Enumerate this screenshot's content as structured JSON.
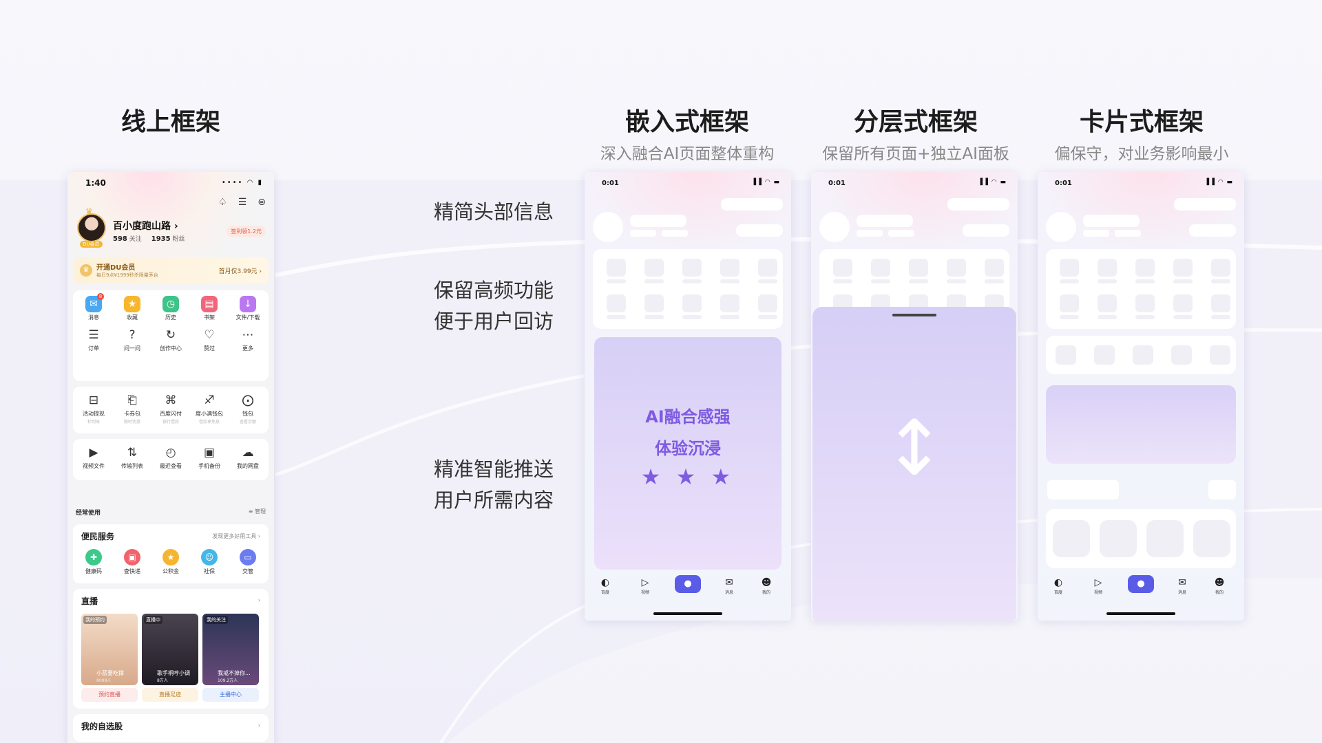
{
  "columns": {
    "online": {
      "title": "线上框架"
    },
    "embedded": {
      "title": "嵌入式框架",
      "subtitle": "深入融合AI页面整体重构"
    },
    "layered": {
      "title": "分层式框架",
      "subtitle": "保留所有页面+独立AI面板"
    },
    "card": {
      "title": "卡片式框架",
      "subtitle": "偏保守，对业务影响最小"
    }
  },
  "notes": {
    "n1": "精简头部信息",
    "n2a": "保留高频功能",
    "n2b": "便于用户回访",
    "n3a": "精准智能推送",
    "n3b": "用户所需内容"
  },
  "online_phone": {
    "time": "1:40",
    "status_icons": "•••• ◠ ▮",
    "top_icons": [
      "♤",
      "☰",
      "⊜"
    ],
    "user_name": "百小度跑山路",
    "name_arrow": "›",
    "follow_count": "598",
    "follow_label": "关注",
    "fans_count": "1935",
    "fans_label": "粉丝",
    "du_tag": "DU会员",
    "sign_btn": "签到领1.2元",
    "vip_title": "开通DU会员",
    "vip_desc": "每日9点¥1999秒杀限量茅台",
    "vip_price": "首月仅3.99元 ›",
    "grid1": [
      {
        "label": "消息",
        "icon": "chat-icon",
        "glyph": "✉",
        "color": "#4aa7f2",
        "badge": "8"
      },
      {
        "label": "收藏",
        "icon": "star-icon",
        "glyph": "★",
        "color": "#f8b62d"
      },
      {
        "label": "历史",
        "icon": "clock-icon",
        "glyph": "◷",
        "color": "#3ec388"
      },
      {
        "label": "书架",
        "icon": "book-icon",
        "glyph": "▤",
        "color": "#f2667c"
      },
      {
        "label": "文件/下载",
        "icon": "folder-icon",
        "glyph": "↓",
        "color": "#b978f0"
      },
      {
        "label": "订单",
        "icon": "order-icon",
        "glyph": "☰"
      },
      {
        "label": "问一问",
        "icon": "question-icon",
        "glyph": "?"
      },
      {
        "label": "创作中心",
        "icon": "create-icon",
        "glyph": "↻"
      },
      {
        "label": "赞过",
        "icon": "heart-icon",
        "glyph": "♡"
      },
      {
        "label": "更多",
        "icon": "more-icon",
        "glyph": "⋯"
      }
    ],
    "grid2": [
      {
        "label": "活动提现",
        "sub": "秒到账",
        "icon": "withdraw-icon",
        "glyph": "⊟"
      },
      {
        "label": "卡券包",
        "sub": "限时优惠",
        "icon": "coupon-icon",
        "glyph": "⎗"
      },
      {
        "label": "百度闪付",
        "sub": "银行借款",
        "icon": "scan-pay-icon",
        "glyph": "⌘"
      },
      {
        "label": "度小满钱包",
        "sub": "借款享免息",
        "icon": "wallet-du-icon",
        "glyph": "♐"
      },
      {
        "label": "钱包",
        "sub": "查看余额",
        "icon": "wallet-icon",
        "glyph": "⨀"
      }
    ],
    "grid3": [
      {
        "label": "视频文件",
        "icon": "video-file-icon",
        "glyph": "▶"
      },
      {
        "label": "传输列表",
        "icon": "transfer-icon",
        "glyph": "⇅"
      },
      {
        "label": "最近查看",
        "icon": "recent-icon",
        "glyph": "◴"
      },
      {
        "label": "手机备份",
        "icon": "backup-icon",
        "glyph": "▣"
      },
      {
        "label": "我的网盘",
        "icon": "cloud-icon",
        "glyph": "☁"
      }
    ],
    "frequent_label": "经常使用",
    "manage_label": "≡ 管理",
    "service_title": "便民服务",
    "service_more": "发现更多好用工具 ›",
    "services": [
      {
        "label": "健康码",
        "icon": "health-code-icon",
        "glyph": "✚",
        "color": "#3cc98a"
      },
      {
        "label": "查快递",
        "icon": "express-icon",
        "glyph": "▣",
        "color": "#f2636b"
      },
      {
        "label": "公积金",
        "icon": "fund-icon",
        "glyph": "★",
        "color": "#f5b530"
      },
      {
        "label": "社保",
        "icon": "social-security-icon",
        "glyph": "☺",
        "color": "#43b7e8"
      },
      {
        "label": "交管",
        "icon": "traffic-icon",
        "glyph": "▭",
        "color": "#6b7cf0"
      }
    ],
    "live_title": "直播",
    "live_arrow": "›",
    "lives": [
      {
        "tag": "我的预约",
        "name": "小蓝要吃撑",
        "count": "8098人",
        "btn": "预约直播",
        "bg": "linear-gradient(180deg,#f3dcc8,#d7a98a)",
        "btnbg": "#fdecec",
        "btncolor": "#d9534f"
      },
      {
        "tag": "直播中",
        "name": "歌手桐哼小调",
        "count": "8万人",
        "btn": "直播足迹",
        "bg": "linear-gradient(180deg,#4a4450,#1f1b24)",
        "btnbg": "#fdf3e3",
        "btncolor": "#b57a22"
      },
      {
        "tag": "我的关注",
        "name": "我戒不掉你...",
        "count": "109.2万人",
        "btn": "主播中心",
        "bg": "linear-gradient(180deg,#2c3556,#6a4a7a)",
        "btnbg": "#eaf1fd",
        "btncolor": "#3f6fd8"
      }
    ],
    "bottom_title": "我的自选股",
    "bottom_arrow": "›"
  },
  "wire_time": "0:01",
  "wire_status": "▐▐ ◠ ▬",
  "tabbar": [
    {
      "label": "百度",
      "icon": "baidu-tab-icon",
      "glyph": "◐"
    },
    {
      "label": "视频",
      "icon": "video-tab-icon",
      "glyph": "▷"
    },
    {
      "label": "",
      "icon": "mic-icon",
      "glyph": "●"
    },
    {
      "label": "消息",
      "icon": "message-tab-icon",
      "glyph": "✉"
    },
    {
      "label": "我的",
      "icon": "mine-tab-icon",
      "glyph": "☻"
    }
  ],
  "ai_card": {
    "line1": "AI融合感强",
    "line2": "体验沉浸",
    "stars": "★ ★ ★"
  },
  "arrow_glyph": "↕"
}
